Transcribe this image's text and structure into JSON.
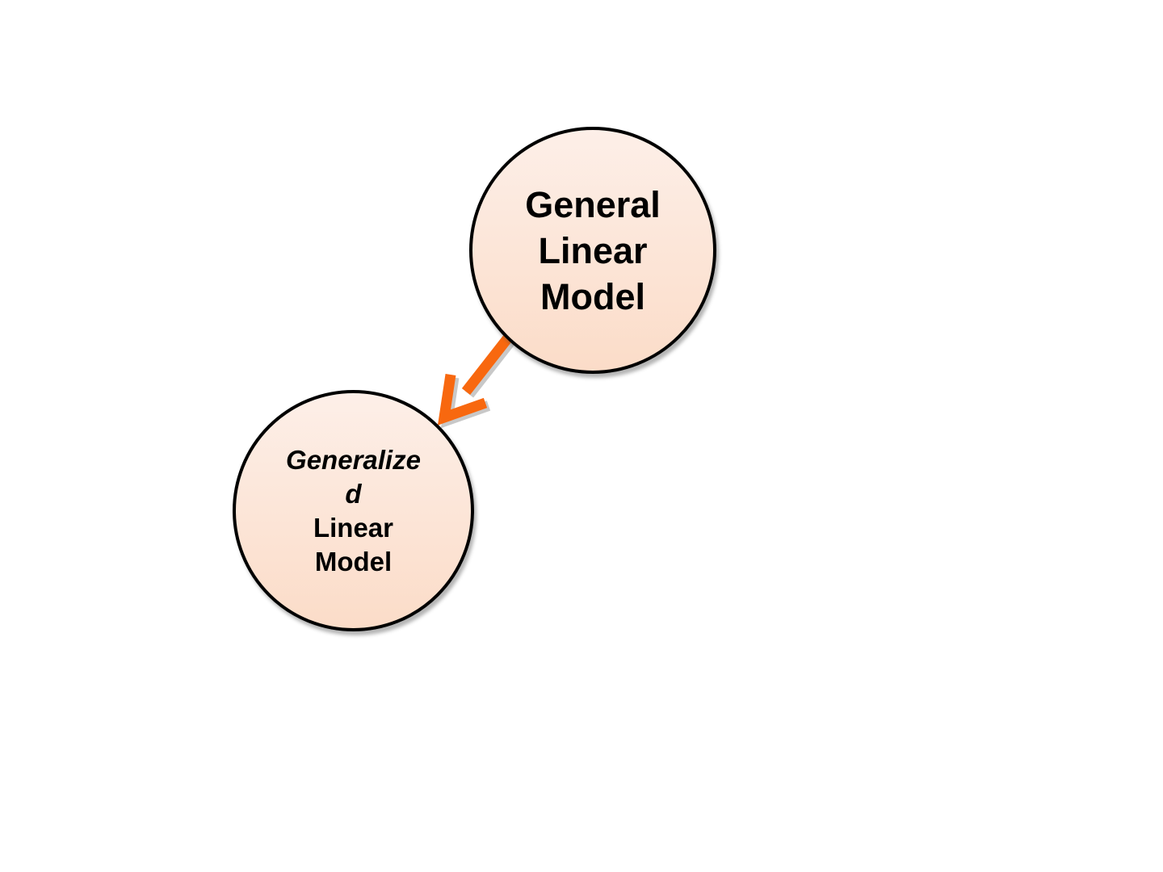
{
  "diagram": {
    "background": "#ffffff",
    "nodes": [
      {
        "id": "general-linear-model",
        "lines": [
          "General",
          "Linear",
          "Model"
        ],
        "shape": "circle",
        "fill_top": "#fdefe8",
        "fill_bottom": "#fbdcc8",
        "border_color": "#000000",
        "text_color": "#000000"
      },
      {
        "id": "generalized-linear-model",
        "lines": [
          "Generalize",
          "d",
          "Linear",
          "Model"
        ],
        "shape": "circle",
        "fill_top": "#fdefe8",
        "fill_bottom": "#fbdcc8",
        "border_color": "#000000",
        "text_color": "#000000",
        "italic_lines": [
          0,
          1
        ]
      }
    ],
    "arrow": {
      "from": "general-linear-model",
      "to": "generalized-linear-model",
      "style": "open-v-head",
      "color": "#f8680f",
      "shadow_color": "#ababab"
    }
  },
  "nodes": [
    {
      "lines": [
        "General",
        "Linear",
        "Model"
      ]
    },
    {
      "lines": [
        "Generalize",
        "d",
        "Linear",
        "Model"
      ]
    }
  ]
}
